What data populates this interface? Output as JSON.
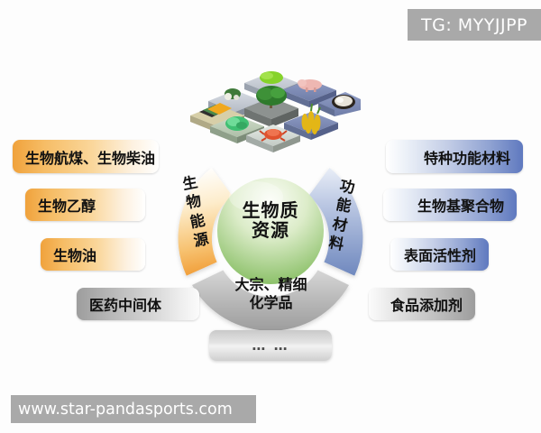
{
  "watermarks": {
    "top": "TG: MYYJJPP",
    "bottom": "www.star-pandasports.com"
  },
  "hub": {
    "center": "生物质\n资源",
    "arcs": {
      "left": "生\n物\n能\n源",
      "right": "功\n能\n材\n料",
      "bottom": "大宗、精细\n化学品"
    },
    "colors": {
      "center_green": "#8cc06a",
      "arc_left_orange": "#f4a63f",
      "arc_right_blue": "#7d97cf",
      "arc_bottom_gray": "#b0b0b0"
    }
  },
  "left_labels": [
    {
      "text": "生物航煤、生物柴油",
      "style": "orange"
    },
    {
      "text": "生物乙醇",
      "style": "orange"
    },
    {
      "text": "生物油",
      "style": "orange"
    },
    {
      "text": "医药中间体",
      "style": "gray"
    }
  ],
  "right_labels": [
    {
      "text": "特种功能材料",
      "style": "blue"
    },
    {
      "text": "生物基聚合物",
      "style": "blue"
    },
    {
      "text": "表面活性剂",
      "style": "blue"
    },
    {
      "text": "食品添加剂",
      "style": "gray"
    }
  ],
  "bottom_box": {
    "text": "… …"
  },
  "artwork": {
    "name": "isometric-biomass-tiles",
    "tiles": [
      "paper-sheets",
      "shrub",
      "algae",
      "tree",
      "pig",
      "green-crystal",
      "crab",
      "corn",
      "nest-basket"
    ]
  }
}
